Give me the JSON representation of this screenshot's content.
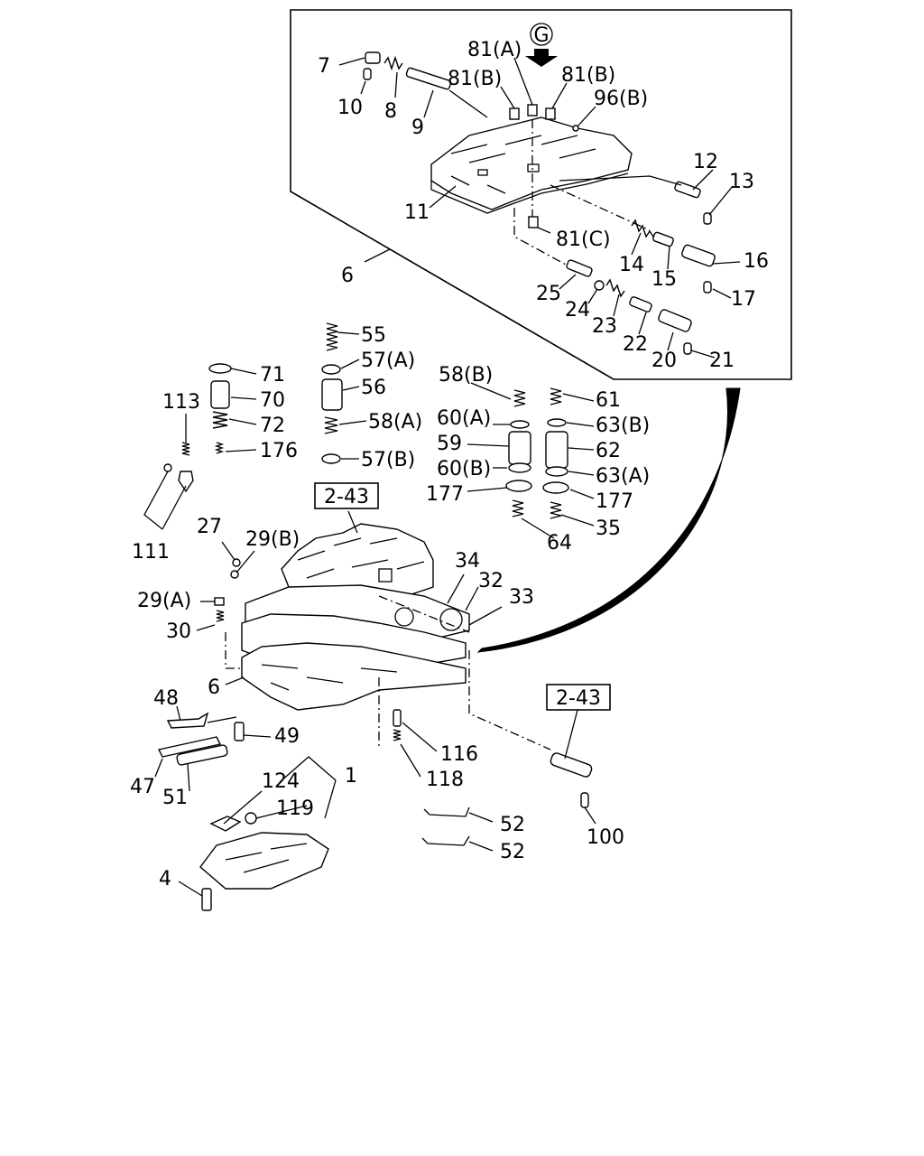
{
  "diagram": {
    "view_marker": "G",
    "ref_boxes": [
      "2-43",
      "2-43"
    ],
    "callouts": [
      {
        "id": "c7",
        "text": "7"
      },
      {
        "id": "c10",
        "text": "10"
      },
      {
        "id": "c8",
        "text": "8"
      },
      {
        "id": "c9",
        "text": "9"
      },
      {
        "id": "c81a",
        "text": "81(A)"
      },
      {
        "id": "c81b1",
        "text": "81(B)"
      },
      {
        "id": "c81b2",
        "text": "81(B)"
      },
      {
        "id": "c96b",
        "text": "96(B)"
      },
      {
        "id": "c11",
        "text": "11"
      },
      {
        "id": "c12",
        "text": "12"
      },
      {
        "id": "c13",
        "text": "13"
      },
      {
        "id": "c81c",
        "text": "81(C)"
      },
      {
        "id": "c6top",
        "text": "6"
      },
      {
        "id": "c14",
        "text": "14"
      },
      {
        "id": "c15",
        "text": "15"
      },
      {
        "id": "c16",
        "text": "16"
      },
      {
        "id": "c25",
        "text": "25"
      },
      {
        "id": "c24",
        "text": "24"
      },
      {
        "id": "c23",
        "text": "23"
      },
      {
        "id": "c22",
        "text": "22"
      },
      {
        "id": "c17",
        "text": "17"
      },
      {
        "id": "c20",
        "text": "20"
      },
      {
        "id": "c21",
        "text": "21"
      },
      {
        "id": "c55",
        "text": "55"
      },
      {
        "id": "c57a",
        "text": "57(A)"
      },
      {
        "id": "c56",
        "text": "56"
      },
      {
        "id": "c58a",
        "text": "58(A)"
      },
      {
        "id": "c57b",
        "text": "57(B)"
      },
      {
        "id": "c71",
        "text": "71"
      },
      {
        "id": "c70",
        "text": "70"
      },
      {
        "id": "c72",
        "text": "72"
      },
      {
        "id": "c176",
        "text": "176"
      },
      {
        "id": "c113",
        "text": "113"
      },
      {
        "id": "c111",
        "text": "111"
      },
      {
        "id": "c58b",
        "text": "58(B)"
      },
      {
        "id": "c60a",
        "text": "60(A)"
      },
      {
        "id": "c59",
        "text": "59"
      },
      {
        "id": "c60b",
        "text": "60(B)"
      },
      {
        "id": "c177l",
        "text": "177"
      },
      {
        "id": "c64",
        "text": "64"
      },
      {
        "id": "c61",
        "text": "61"
      },
      {
        "id": "c63b",
        "text": "63(B)"
      },
      {
        "id": "c62",
        "text": "62"
      },
      {
        "id": "c63a",
        "text": "63(A)"
      },
      {
        "id": "c177r",
        "text": "177"
      },
      {
        "id": "c35",
        "text": "35"
      },
      {
        "id": "c27",
        "text": "27"
      },
      {
        "id": "c29b",
        "text": "29(B)"
      },
      {
        "id": "c29a",
        "text": "29(A)"
      },
      {
        "id": "c30",
        "text": "30"
      },
      {
        "id": "c34",
        "text": "34"
      },
      {
        "id": "c32",
        "text": "32"
      },
      {
        "id": "c33",
        "text": "33"
      },
      {
        "id": "c6mid",
        "text": "6"
      },
      {
        "id": "c48",
        "text": "48"
      },
      {
        "id": "c49",
        "text": "49"
      },
      {
        "id": "c47",
        "text": "47"
      },
      {
        "id": "c51",
        "text": "51"
      },
      {
        "id": "c116",
        "text": "116"
      },
      {
        "id": "c118",
        "text": "118"
      },
      {
        "id": "c124",
        "text": "124"
      },
      {
        "id": "c1",
        "text": "1"
      },
      {
        "id": "c119",
        "text": "119"
      },
      {
        "id": "c4",
        "text": "4"
      },
      {
        "id": "c52a",
        "text": "52"
      },
      {
        "id": "c52b",
        "text": "52"
      },
      {
        "id": "c100",
        "text": "100"
      }
    ]
  }
}
